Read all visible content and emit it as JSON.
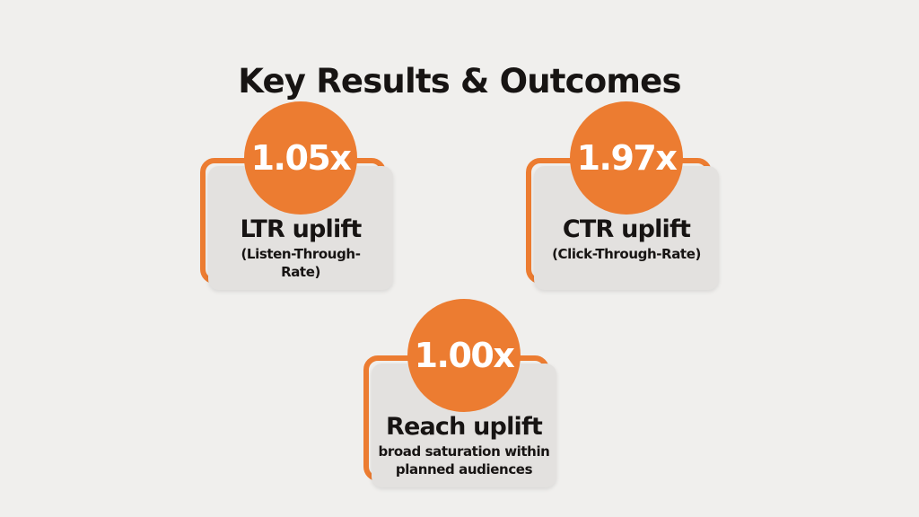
{
  "title": "Key Results & Outcomes",
  "colors": {
    "accent_orange": "#EC7C31",
    "background": "#F0EFED",
    "card_background": "#E3E1DF",
    "text": "#171413",
    "badge_text": "#FFFFFF"
  },
  "cards": [
    {
      "value": "1.05x",
      "label": "LTR uplift",
      "sublabel": "(Listen-Through-Rate)"
    },
    {
      "value": "1.97x",
      "label": "CTR uplift",
      "sublabel": "(Click-Through-Rate)"
    },
    {
      "value": "1.00x",
      "label": "Reach uplift",
      "sublabel": "broad saturation within planned audiences"
    }
  ]
}
